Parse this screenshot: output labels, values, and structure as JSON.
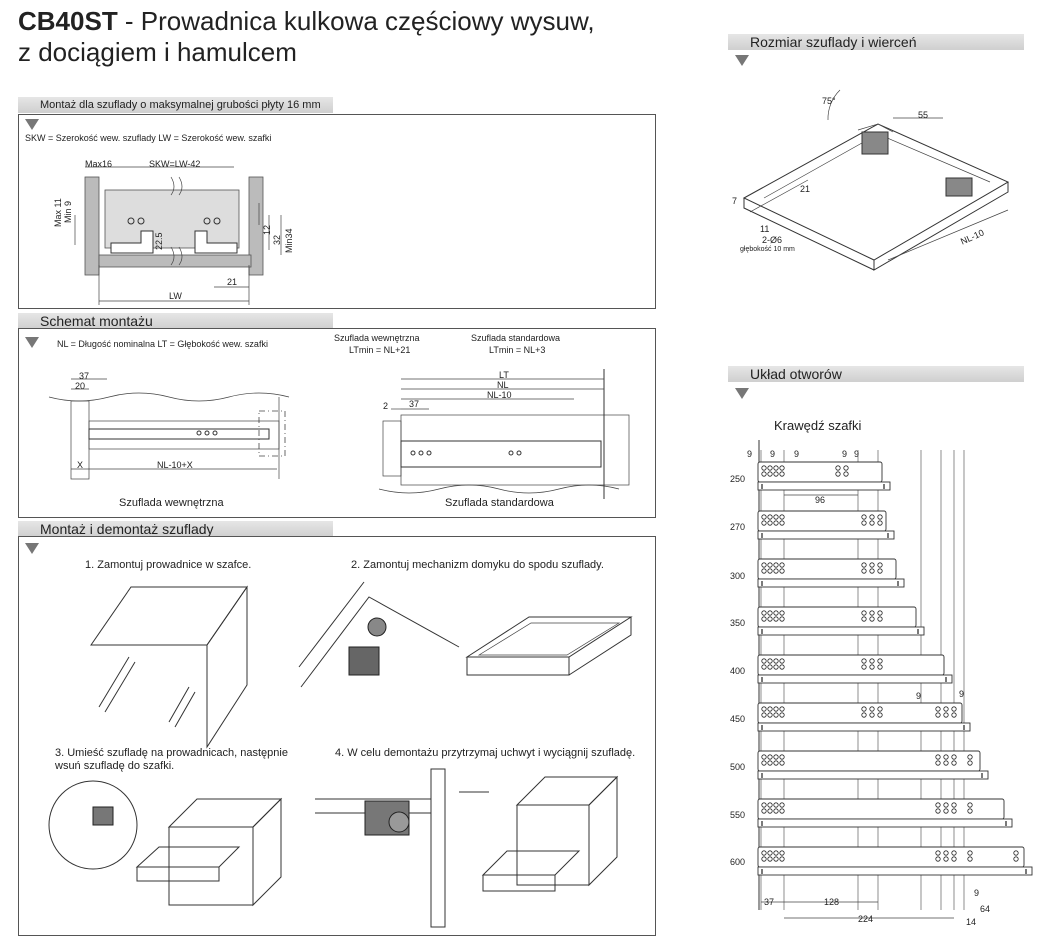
{
  "title": {
    "code": "CB40ST",
    "rest_line1": " - Prowadnica kulkowa częściowy wysuw,",
    "line2": "z dociągiem i hamulcem"
  },
  "section_mount": {
    "bar": "Montaż dla szuflady o maksymalnej grubości płyty 16 mm",
    "legend": "SKW = Szerokość wew. szuflady     LW = Szerokość wew. szafki",
    "labels": [
      "Max16",
      "SKW=LW-42",
      "Max 11",
      "Min 9",
      "22.5",
      "12",
      "32",
      "Min34",
      "21",
      "LW"
    ]
  },
  "section_scheme": {
    "bar": "Schemat montażu",
    "legend": "NL = Długość nominalna   LT = Głębokość wew. szafki",
    "inner_title": "Szuflada wewnętrzna",
    "inner_formula": "LTmin = NL+21",
    "std_title": "Szuflada standardowa",
    "std_formula": "LTmin = NL+3",
    "left_labels": [
      "37",
      "20",
      "X",
      "NL-10+X"
    ],
    "right_labels": [
      "LT",
      "NL",
      "NL-10",
      "2",
      "37"
    ],
    "caption_inner": "Szuflada wewnętrzna",
    "caption_std": "Szuflada standardowa"
  },
  "section_assembly": {
    "bar": "Montaż i demontaż szuflady",
    "step1": "1. Zamontuj prowadnice w szafce.",
    "step2": "2. Zamontuj mechanizm domyku do spodu szuflady.",
    "step3a": "3. Umieść szufladę na prowadnicach, następnie",
    "step3b": "wsuń szufladę do szafki.",
    "step4": "4. W celu demontażu przytrzymaj uchwyt i wyciągnij szufladę."
  },
  "section_size": {
    "bar": "Rozmiar szuflady i wierceń",
    "labels": [
      "75°",
      "55",
      "21",
      "11",
      "7",
      "2-Ø6",
      "głębokość 10 mm",
      "NL-10"
    ]
  },
  "section_holes": {
    "bar": "Układ otworów",
    "edge_label": "Krawędź szafki",
    "top_dims": [
      "9",
      "9",
      "9",
      "9",
      "9"
    ],
    "rows": [
      "250",
      "270",
      "300",
      "350",
      "400",
      "450",
      "500",
      "550",
      "600"
    ],
    "dim_96": "96",
    "dims_450": [
      "9",
      "9"
    ],
    "bottom_dims": [
      "9",
      "64",
      "14",
      "37",
      "128",
      "224"
    ]
  }
}
